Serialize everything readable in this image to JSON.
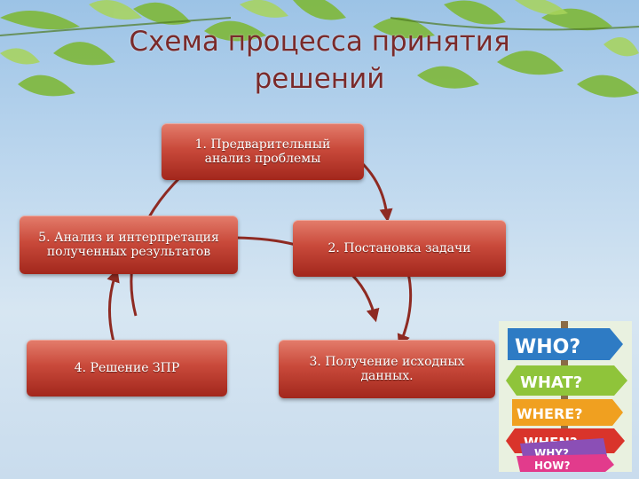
{
  "title_lines": [
    "Схема процесса принятия",
    "решений"
  ],
  "steps": [
    "1. Предварительный анализ проблемы",
    "2. Постановка задачи",
    "3. Получение исходных данных.",
    "4. Решение ЗПР",
    "5. Анализ и интерпретация полученных результатов"
  ],
  "signpost_words": [
    "WHO?",
    "WHAT?",
    "WHERE?",
    "WHEN?",
    "WHY?",
    "HOW?"
  ],
  "colors": {
    "box_top": "#e47d6c",
    "box_bottom": "#a2271c",
    "arrow": "#8e2a22",
    "title": "#7a2a2a"
  }
}
